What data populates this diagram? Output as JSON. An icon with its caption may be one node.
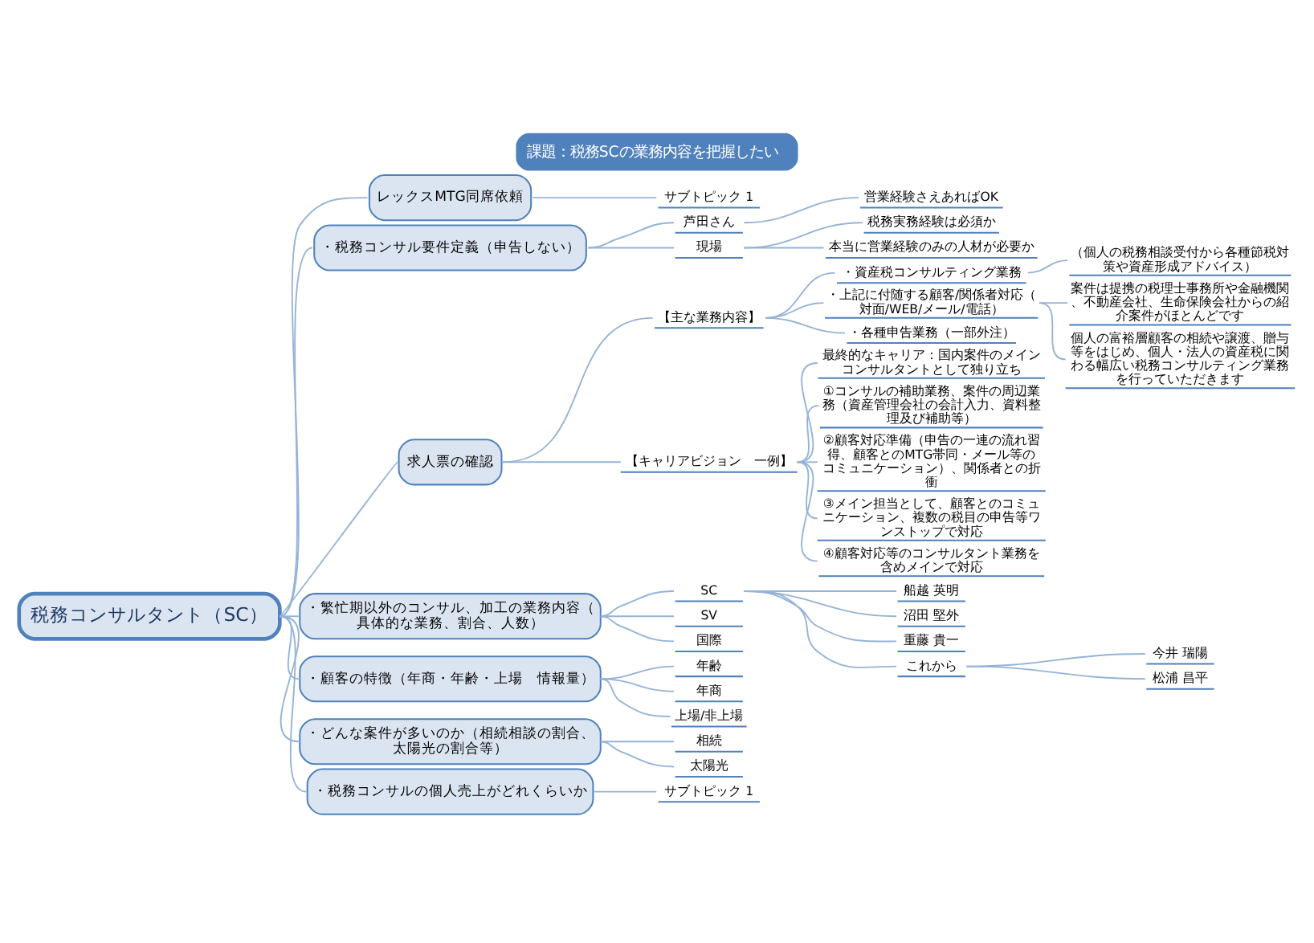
{
  "diagram": {
    "title": "課題：税務SCの業務内容を把握したい",
    "nodes": [
      {
        "text": [
          "税務コンサルタント（SC）"
        ]
      },
      {
        "text": [
          "レックスMTG同席依頼"
        ]
      },
      {
        "text": [
          "サブトピック 1"
        ]
      },
      {
        "text": [
          "・税務コンサル要件定義（申告しない）"
        ]
      },
      {
        "text": [
          "芦田さん"
        ]
      },
      {
        "text": [
          "営業経験さえあればOK"
        ]
      },
      {
        "text": [
          "現場"
        ]
      },
      {
        "text": [
          "税務実務経験は必須か"
        ]
      },
      {
        "text": [
          "本当に営業経験のみの人材が必要か"
        ]
      },
      {
        "text": [
          "求人票の確認"
        ]
      },
      {
        "text": [
          "【主な業務内容】"
        ]
      },
      {
        "text": [
          "・資産税コンサルティング業務"
        ]
      },
      {
        "text": [
          "（個人の税務相談受付から各種節税対策や資産形成アドバイス）"
        ]
      },
      {
        "text": [
          "・上記に付随する顧客/関係者対応（対面/WEB/メール/電話）"
        ]
      },
      {
        "text": [
          "案件は提携の税理士事務所や金融機関、不動産会社、生命保険会社からの紹介案件がほとんどです"
        ]
      },
      {
        "text": [
          "個人の富裕層顧客の相続や譲渡、贈与等をはじめ、個人・法人の資産税に関わる幅広い税務コンサルティング業務を行っていただきます"
        ]
      },
      {
        "text": [
          "・各種申告業務（一部外注）"
        ]
      },
      {
        "text": [
          "【キャリアビジョン　一例】"
        ]
      },
      {
        "text": [
          "最終的なキャリア：国内案件のメインコンサルタントとして独り立ち"
        ]
      },
      {
        "text": [
          "①コンサルの補助業務、案件の周辺業務（資産管理会社の会計入力、資料整理及び補助等）"
        ]
      },
      {
        "text": [
          "②顧客対応準備（申告の一連の流れ習得、顧客とのMTG帯同・メール等のコミュニケーション）、関係者との折衝"
        ]
      },
      {
        "text": [
          "③メイン担当として、顧客とのコミュニケーション、複数の税目の申告等ワンストップで対応"
        ]
      },
      {
        "text": [
          "④顧客対応等のコンサルタント業務を含めメインで対応"
        ]
      },
      {
        "text": [
          "・繁忙期以外のコンサル、加工の業務内容（具体的な業務、割合、人数）"
        ]
      },
      {
        "text": [
          "SC"
        ]
      },
      {
        "text": [
          "船越 英明"
        ]
      },
      {
        "text": [
          "沼田 堅外"
        ]
      },
      {
        "text": [
          "重藤 貴一"
        ]
      },
      {
        "text": [
          "これから"
        ]
      },
      {
        "text": [
          "今井 瑞陽"
        ]
      },
      {
        "text": [
          "松浦 昌平"
        ]
      },
      {
        "text": [
          "SV"
        ]
      },
      {
        "text": [
          "国際"
        ]
      },
      {
        "text": [
          "・顧客の特徴（年商・年齢・上場　情報量）"
        ]
      },
      {
        "text": [
          "年齢"
        ]
      },
      {
        "text": [
          "年商"
        ]
      },
      {
        "text": [
          "上場/非上場"
        ]
      },
      {
        "text": [
          "・どんな案件が多いのか（相続相談の割合、太陽光の割合等）"
        ]
      },
      {
        "text": [
          "相続"
        ]
      },
      {
        "text": [
          "太陽光"
        ]
      },
      {
        "text": [
          "・税務コンサルの個人売上がどれくらいか"
        ]
      },
      {
        "text": [
          "サブトピック 1"
        ]
      }
    ],
    "edges": [
      {
        "from": 0,
        "to": 1,
        "arrow": "none"
      },
      {
        "from": 1,
        "to": 2,
        "arrow": "none"
      },
      {
        "from": 0,
        "to": 3,
        "arrow": "none"
      },
      {
        "from": 3,
        "to": 4,
        "arrow": "none"
      },
      {
        "from": 4,
        "to": 5,
        "arrow": "none"
      },
      {
        "from": 3,
        "to": 6,
        "arrow": "none"
      },
      {
        "from": 6,
        "to": 7,
        "arrow": "none"
      },
      {
        "from": 6,
        "to": 8,
        "arrow": "none"
      },
      {
        "from": 0,
        "to": 9,
        "arrow": "none"
      },
      {
        "from": 9,
        "to": 10,
        "arrow": "none"
      },
      {
        "from": 10,
        "to": 11,
        "arrow": "none"
      },
      {
        "from": 11,
        "to": 12,
        "arrow": "none"
      },
      {
        "from": 10,
        "to": 13,
        "arrow": "none"
      },
      {
        "from": 13,
        "to": 14,
        "arrow": "none"
      },
      {
        "from": 13,
        "to": 15,
        "arrow": "none"
      },
      {
        "from": 10,
        "to": 16,
        "arrow": "none"
      },
      {
        "from": 9,
        "to": 17,
        "arrow": "none"
      },
      {
        "from": 17,
        "to": 18,
        "arrow": "none"
      },
      {
        "from": 17,
        "to": 19,
        "arrow": "none"
      },
      {
        "from": 17,
        "to": 20,
        "arrow": "none"
      },
      {
        "from": 17,
        "to": 21,
        "arrow": "none"
      },
      {
        "from": 17,
        "to": 22,
        "arrow": "none"
      },
      {
        "from": 0,
        "to": 23,
        "arrow": "none"
      },
      {
        "from": 23,
        "to": 24,
        "arrow": "none"
      },
      {
        "from": 24,
        "to": 25,
        "arrow": "none"
      },
      {
        "from": 24,
        "to": 26,
        "arrow": "none"
      },
      {
        "from": 24,
        "to": 27,
        "arrow": "none"
      },
      {
        "from": 24,
        "to": 28,
        "arrow": "none"
      },
      {
        "from": 28,
        "to": 29,
        "arrow": "none"
      },
      {
        "from": 28,
        "to": 30,
        "arrow": "none"
      },
      {
        "from": 23,
        "to": 31,
        "arrow": "none"
      },
      {
        "from": 23,
        "to": 32,
        "arrow": "none"
      },
      {
        "from": 0,
        "to": 33,
        "arrow": "none"
      },
      {
        "from": 33,
        "to": 34,
        "arrow": "none"
      },
      {
        "from": 33,
        "to": 35,
        "arrow": "none"
      },
      {
        "from": 33,
        "to": 36,
        "arrow": "none"
      },
      {
        "from": 0,
        "to": 37,
        "arrow": "none"
      },
      {
        "from": 37,
        "to": 38,
        "arrow": "none"
      },
      {
        "from": 37,
        "to": 39,
        "arrow": "none"
      },
      {
        "from": 0,
        "to": 40,
        "arrow": "none"
      },
      {
        "from": 40,
        "to": 41,
        "arrow": "none"
      }
    ]
  }
}
